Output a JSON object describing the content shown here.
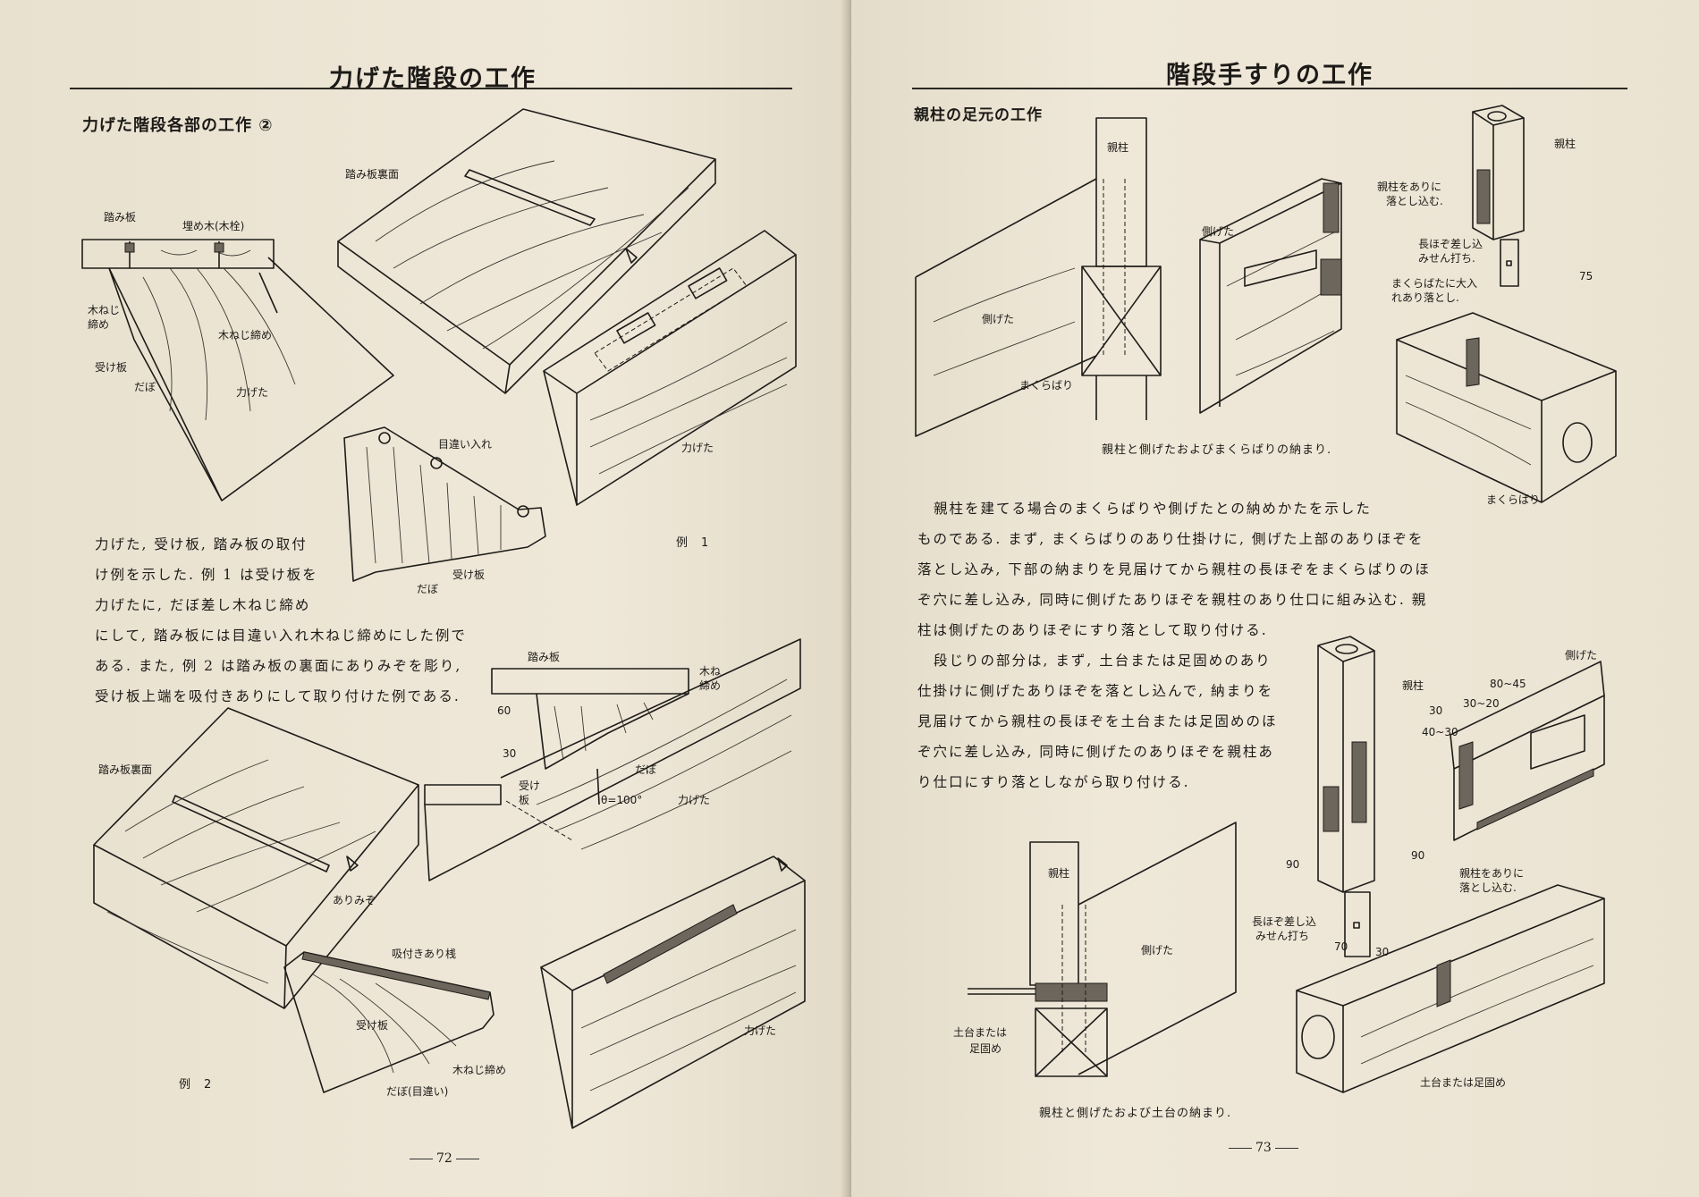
{
  "left_page": {
    "title": "力げた階段の工作",
    "section_heading": "力げた階段各部の工作 ②",
    "body_text": [
      "力げた, 受け板, 踏み板の取付",
      "け例を示した. 例 1 は受け板を",
      "力げたに, だぼ差し木ねじ締め",
      "にして, 踏み板には目違い入れ木ねじ締めにした例で",
      "ある. また, 例 2 は踏み板の裏面にありみぞを彫り,",
      "受け板上端を吸付きありにして取り付けた例である."
    ],
    "figure1": {
      "label_tread": "踏み板",
      "label_plug": "埋め木(木栓)",
      "label_screw_a": "木ねじ",
      "label_screw_b": "締め",
      "label_screw_fastening": "木ねじ締め",
      "label_support_board": "受け板",
      "label_dowel": "だぼ",
      "label_stringer": "力げた",
      "label_tread_underside": "踏み板裏面",
      "label_tenon_insert": "目違い入れ",
      "label_support_board_2": "受け板",
      "label_dowel_2": "だぼ",
      "label_stringer_2": "力げた",
      "label_example": "例　1"
    },
    "figure2": {
      "label_tread": "踏み板",
      "label_screw_a": "木ね",
      "label_screw_b": "締め",
      "dim_60": "60",
      "dim_30": "30",
      "label_support_a": "受け",
      "label_support_b": "板",
      "label_dowel": "だぼ",
      "label_angle": "θ=100°",
      "label_stringer": "力げた",
      "label_tread_underside": "踏み板裏面",
      "label_dovetail_groove": "ありみぞ",
      "label_sliding_dovetail": "吸付きあり桟",
      "label_support_board": "受け板",
      "label_screw_fastening": "木ねじ締め",
      "label_dowel_offset": "だぼ(目違い)",
      "label_stringer_2": "力げた",
      "label_example": "例　2"
    },
    "page_number": "72"
  },
  "right_page": {
    "title": "階段手すりの工作",
    "section_heading": "親柱の足元の工作",
    "body_text_1": [
      "親柱を建てる場合のまくらばりや側げたとの納めかたを示した",
      "ものである. まず, まくらばりのあり仕掛けに, 側げた上部のありほぞを",
      "落とし込み, 下部の納まりを見届けてから親柱の長ほぞをまくらばりのほ",
      "ぞ穴に差し込み, 同時に側げたありほぞを親柱のあり仕口に組み込む. 親",
      "柱は側げたのありほぞにすり落として取り付ける."
    ],
    "body_text_2": [
      "段じりの部分は, まず, 土台または足固めのあり",
      "仕掛けに側げたありほぞを落とし込んで, 納まりを",
      "見届けてから親柱の長ほぞを土台または足固めのほ",
      "ぞ穴に差し込み, 同時に側げたのありほぞを親柱あ",
      "り仕口にすり落としながら取り付ける."
    ],
    "figure1": {
      "label_newel": "親柱",
      "label_side_stringer": "側げた",
      "label_side_stringer_2": "側げた",
      "label_beam": "まくらばり",
      "label_drop_into_dovetail_a": "親柱をありに",
      "label_drop_into_dovetail_b": "落とし込む.",
      "label_newel_2": "親柱",
      "label_long_tenon_a": "長ほぞ差し込",
      "label_long_tenon_b": "みせん打ち.",
      "label_beam_joint_a": "まくらばたに大入",
      "label_beam_joint_b": "れあり落とし.",
      "dim_75": "75",
      "label_beam_2": "まくらばり",
      "caption": "親柱と側げたおよびまくらばりの納まり."
    },
    "figure2": {
      "label_newel": "親柱",
      "label_side_stringer": "側げた",
      "dim_80_45": "80~45",
      "dim_30_20": "30~20",
      "dim_30": "30",
      "dim_40_30": "40~30",
      "dim_90_left": "90",
      "dim_90_right": "90",
      "dim_70": "70",
      "dim_30_bottom": "30",
      "label_long_tenon_a": "長ほぞ差し込",
      "label_long_tenon_b": "みせん打ち",
      "label_drop_into_dovetail_a": "親柱をありに",
      "label_drop_into_dovetail_b": "落とし込む.",
      "label_newel_3": "親柱",
      "label_side_stringer_3": "側げた",
      "label_sill_a": "土台または",
      "label_sill_b": "足固め",
      "label_sill_2": "土台または足固め",
      "caption": "親柱と側げたおよび土台の納まり."
    },
    "page_number": "73"
  }
}
